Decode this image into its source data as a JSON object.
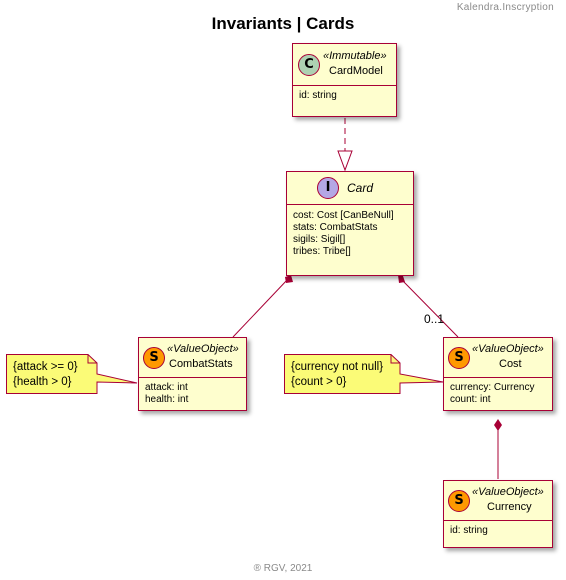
{
  "header": {
    "text": "Kalendra.Inscryption"
  },
  "title": "Invariants | Cards",
  "footer": "® RGV, 2021",
  "classes": {
    "cardmodel": {
      "spot": "C",
      "stereotype": "«Immutable»",
      "name": "CardModel",
      "fields": [
        "id: string"
      ]
    },
    "card": {
      "spot": "I",
      "name": "Card",
      "fields": [
        "cost: Cost [CanBeNull]",
        "stats: CombatStats",
        "sigils: Sigil[]",
        "tribes: Tribe[]"
      ]
    },
    "combatstats": {
      "spot": "S",
      "stereotype": "«ValueObject»",
      "name": "CombatStats",
      "fields": [
        "attack: int",
        "health: int"
      ]
    },
    "cost": {
      "spot": "S",
      "stereotype": "«ValueObject»",
      "name": "Cost",
      "fields": [
        "currency: Currency",
        "count: int"
      ]
    },
    "currency": {
      "spot": "S",
      "stereotype": "«ValueObject»",
      "name": "Currency",
      "fields": [
        "id: string"
      ]
    }
  },
  "notes": {
    "combatstats": [
      "{attack >= 0}",
      "{health > 0}"
    ],
    "cost": [
      "{currency not null}",
      "{count > 0}"
    ]
  },
  "multiplicities": {
    "card_cost": "0..1"
  },
  "colors": {
    "class_fill": "#FEFECE",
    "border": "#A80036",
    "note_fill": "#FBFB77",
    "spot_c": "#ADD1B2",
    "spot_i": "#B4A7E5",
    "spot_s": "#FF9900"
  }
}
